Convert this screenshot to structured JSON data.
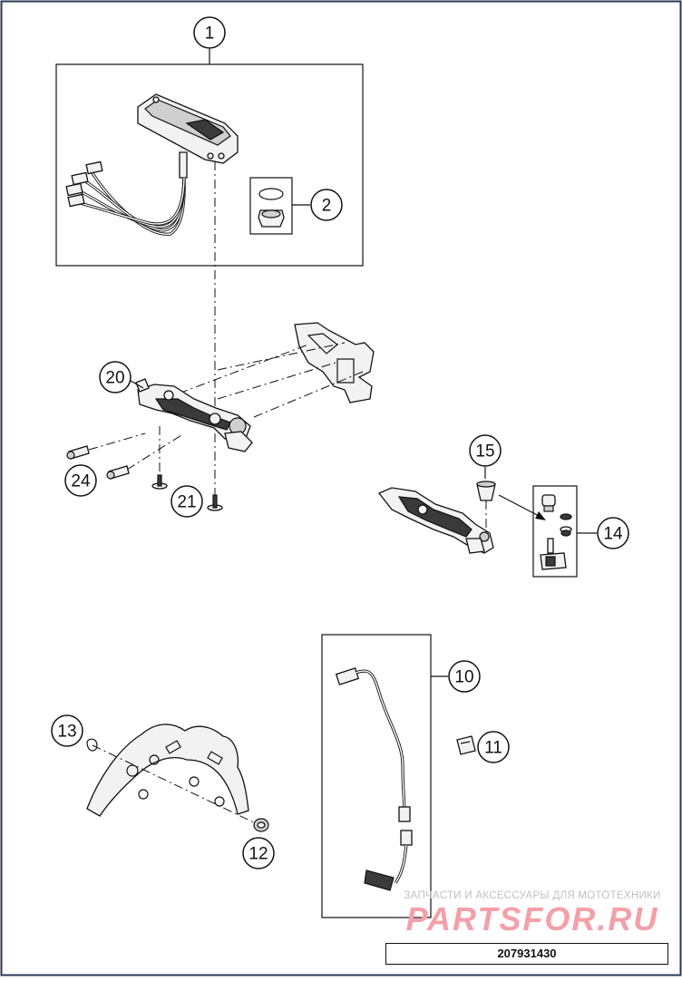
{
  "callouts": [
    {
      "id": "c1",
      "label": "1"
    },
    {
      "id": "c2",
      "label": "2"
    },
    {
      "id": "c20",
      "label": "20"
    },
    {
      "id": "c24",
      "label": "24"
    },
    {
      "id": "c21",
      "label": "21"
    },
    {
      "id": "c15",
      "label": "15"
    },
    {
      "id": "c14",
      "label": "14"
    },
    {
      "id": "c10",
      "label": "10"
    },
    {
      "id": "c11",
      "label": "11"
    },
    {
      "id": "c13",
      "label": "13"
    },
    {
      "id": "c12",
      "label": "12"
    }
  ],
  "footer": {
    "brand_tagline": "ЗАПЧАСТИ И АКСЕССУАРЫ ДЛЯ МОТОТЕХНИКИ",
    "brand_logo": "PARTSFOR.RU",
    "drawing_number": "207931430"
  },
  "colors": {
    "frame": "#2a3a55",
    "line": "#111111",
    "watermark": "#f4a0a8"
  }
}
